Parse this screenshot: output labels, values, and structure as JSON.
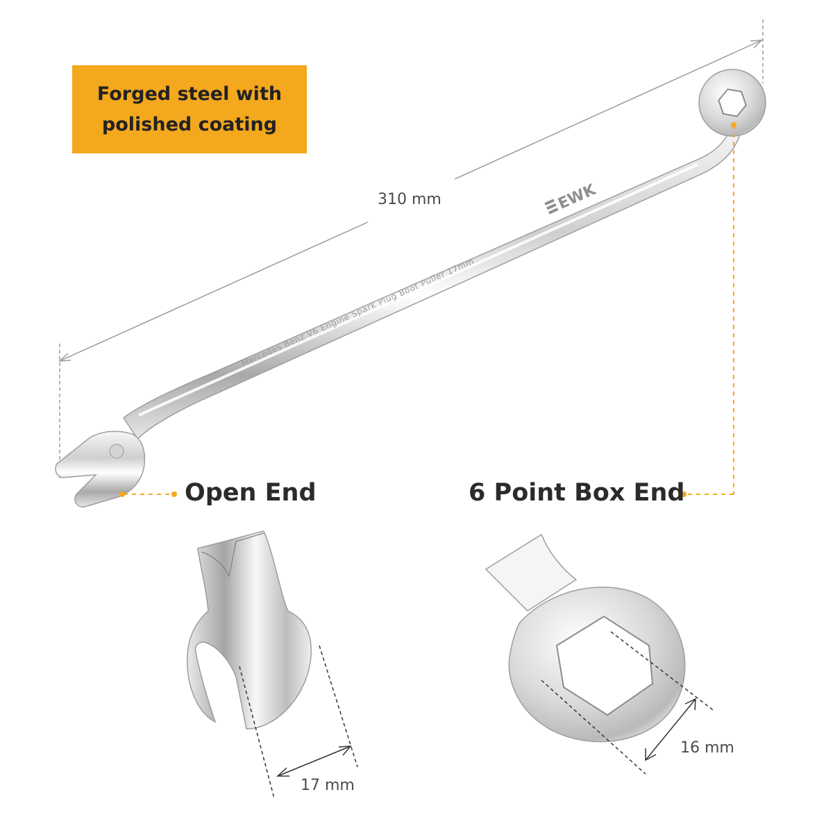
{
  "badge": {
    "line1": "Forged steel with",
    "line2": "polished coating",
    "bg_color": "#f4a81d"
  },
  "dimensions": {
    "length": "310 mm",
    "open_width": "17 mm",
    "box_width": "16 mm"
  },
  "labels": {
    "open_end": "Open End",
    "box_end": "6 Point Box End"
  },
  "wrench": {
    "brand": "EWK",
    "engraving": "Mercedes Benz V6 Engine Spark Plug Boot Puller 17mm"
  },
  "colors": {
    "accent": "#f4a81d",
    "dim_line": "#9a9a9a",
    "text": "#2b2b2b"
  }
}
